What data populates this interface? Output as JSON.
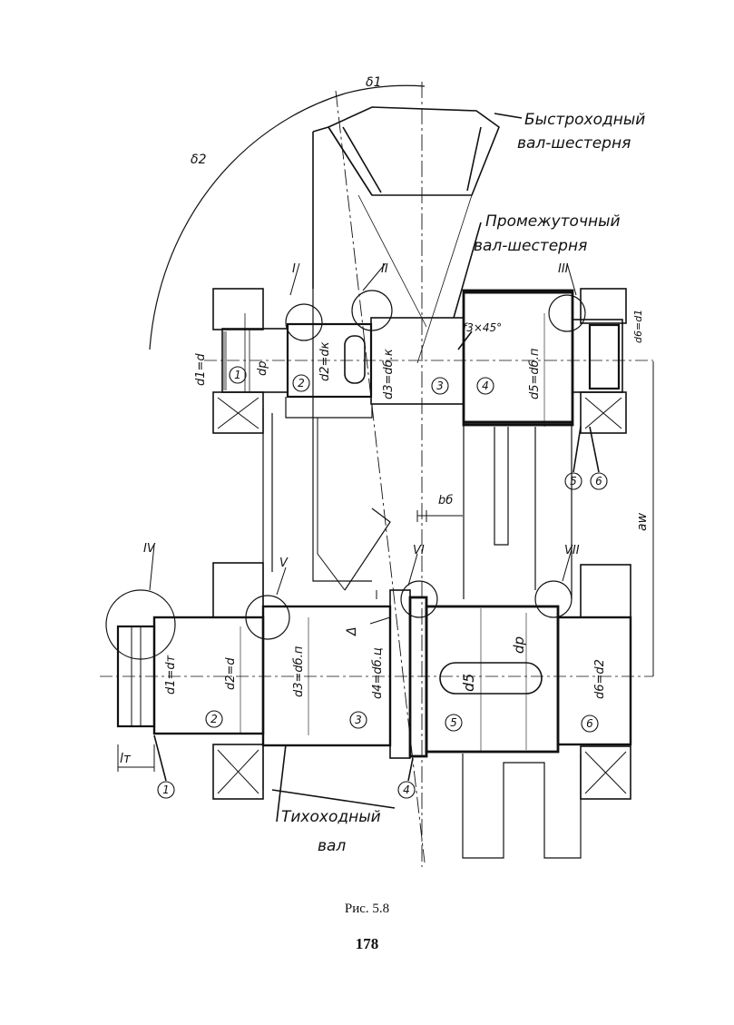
{
  "labels": {
    "fast_shaft": [
      "Быстроходный",
      "вал-шестерня"
    ],
    "mid_shaft": [
      "Промежуточный",
      "вал-шестерня"
    ],
    "slow_shaft": [
      "Тихоходный",
      "вал"
    ],
    "delta1": "δ1",
    "delta2": "δ2",
    "d1_eq_d": "d1=d",
    "dp": "dp",
    "d2_eq_dk": "d2=dк",
    "d3_eq_dbk": "d3=dб.к",
    "f_chamfer": "f3×45°",
    "d5_eq_dbp": "d5=dб.п",
    "d6_eq_d1": "d6=d1",
    "bb": "bб",
    "aw": "aw",
    "delta": "Δ",
    "lt": "lт",
    "d1_eq_dt": "d1=dт",
    "d2_eq_d": "d2=d",
    "d3_eq_dbp": "d3=dб.п",
    "d4_eq_dbu": "d4=dб.ц",
    "d5": "d5",
    "dp2": "dp",
    "d6_eq_d2": "d6=d2"
  },
  "section_marks": [
    "I",
    "II",
    "III",
    "IV",
    "V",
    "VI",
    "VII"
  ],
  "circled_numbers": [
    "1",
    "2",
    "3",
    "4",
    "5",
    "6"
  ],
  "caption": "Рис. 5.8",
  "page_number": "178"
}
